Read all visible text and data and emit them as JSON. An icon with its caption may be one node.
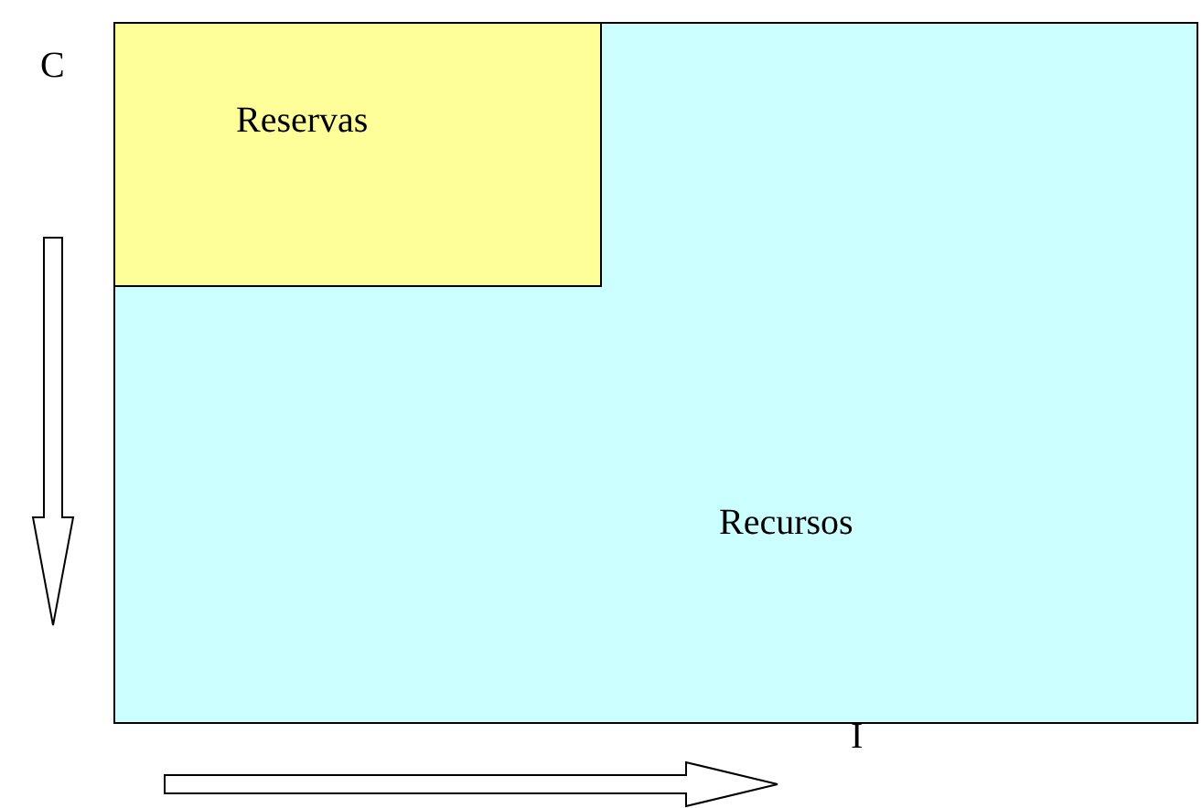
{
  "diagram": {
    "nodes": [
      {
        "text": [
          "Recursos"
        ]
      },
      {
        "text": [
          "Reservas"
        ],
        "in": 0
      }
    ],
    "labels": [
      "C",
      "I"
    ]
  }
}
